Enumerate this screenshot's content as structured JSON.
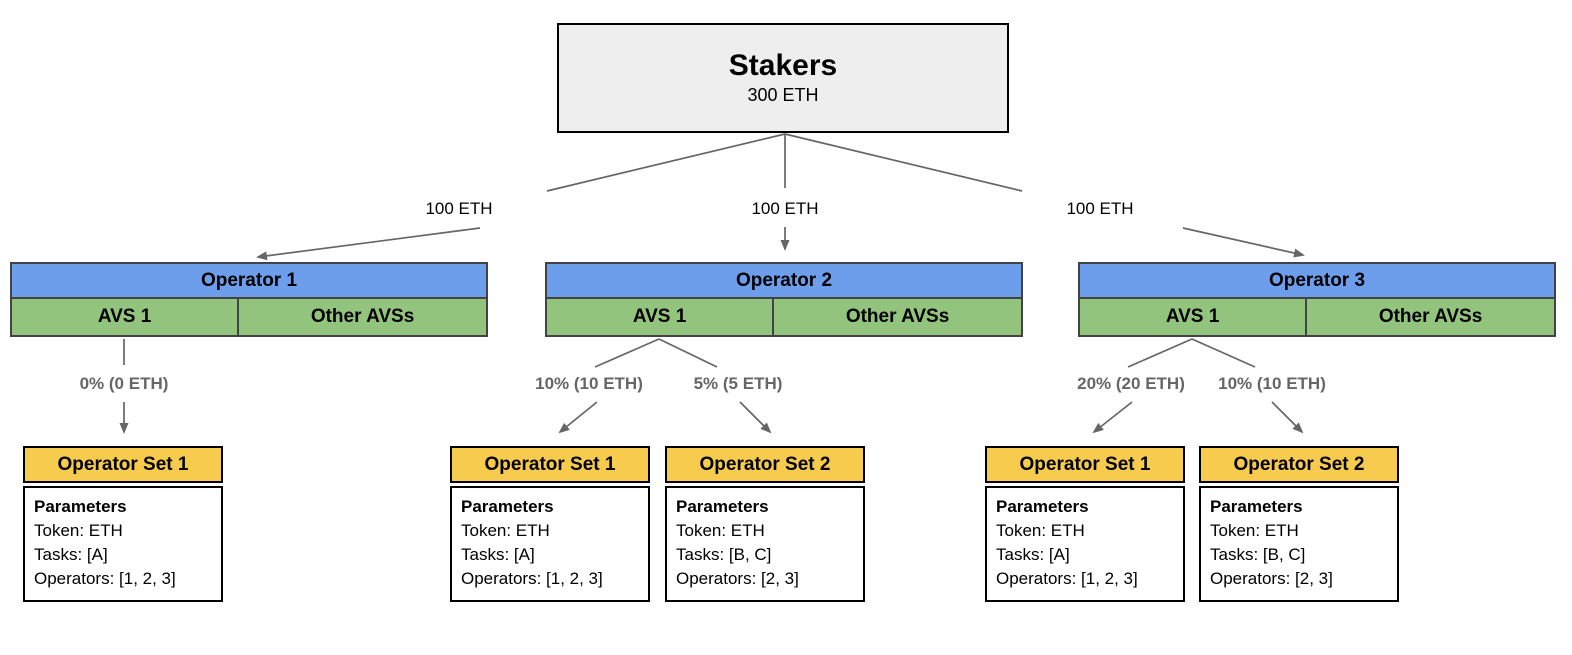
{
  "diagram": {
    "stakers": {
      "title": "Stakers",
      "amount": "300 ETH"
    },
    "delegation_labels": [
      "100 ETH",
      "100 ETH",
      "100 ETH"
    ],
    "operators": [
      {
        "name": "Operator 1",
        "avs1": "AVS 1",
        "other_avs": "Other AVSs"
      },
      {
        "name": "Operator 2",
        "avs1": "AVS 1",
        "other_avs": "Other AVSs"
      },
      {
        "name": "Operator 3",
        "avs1": "AVS 1",
        "other_avs": "Other AVSs"
      }
    ],
    "allocation_labels": [
      "0% (0 ETH)",
      "10% (10 ETH)",
      "5% (5 ETH)",
      "20% (20 ETH)",
      "10% (10 ETH)"
    ],
    "operator_sets": [
      {
        "title": "Operator Set 1",
        "heading": "Parameters",
        "token": "Token: ETH",
        "tasks": "Tasks: [A]",
        "operators": "Operators: [1, 2, 3]"
      },
      {
        "title": "Operator Set 1",
        "heading": "Parameters",
        "token": "Token: ETH",
        "tasks": "Tasks: [A]",
        "operators": "Operators: [1, 2, 3]"
      },
      {
        "title": "Operator Set 2",
        "heading": "Parameters",
        "token": "Token: ETH",
        "tasks": "Tasks: [B, C]",
        "operators": "Operators: [2, 3]"
      },
      {
        "title": "Operator Set 1",
        "heading": "Parameters",
        "token": "Token: ETH",
        "tasks": "Tasks: [A]",
        "operators": "Operators: [1, 2, 3]"
      },
      {
        "title": "Operator Set 2",
        "heading": "Parameters",
        "token": "Token: ETH",
        "tasks": "Tasks: [B, C]",
        "operators": "Operators: [2, 3]"
      }
    ],
    "colors": {
      "stakers_fill": "#eeeeee",
      "operator_header": "#6d9eeb",
      "avs_cell": "#93c47d",
      "operator_set_header": "#f7cb4d",
      "connector": "#666666",
      "table_border": "#434343"
    }
  }
}
